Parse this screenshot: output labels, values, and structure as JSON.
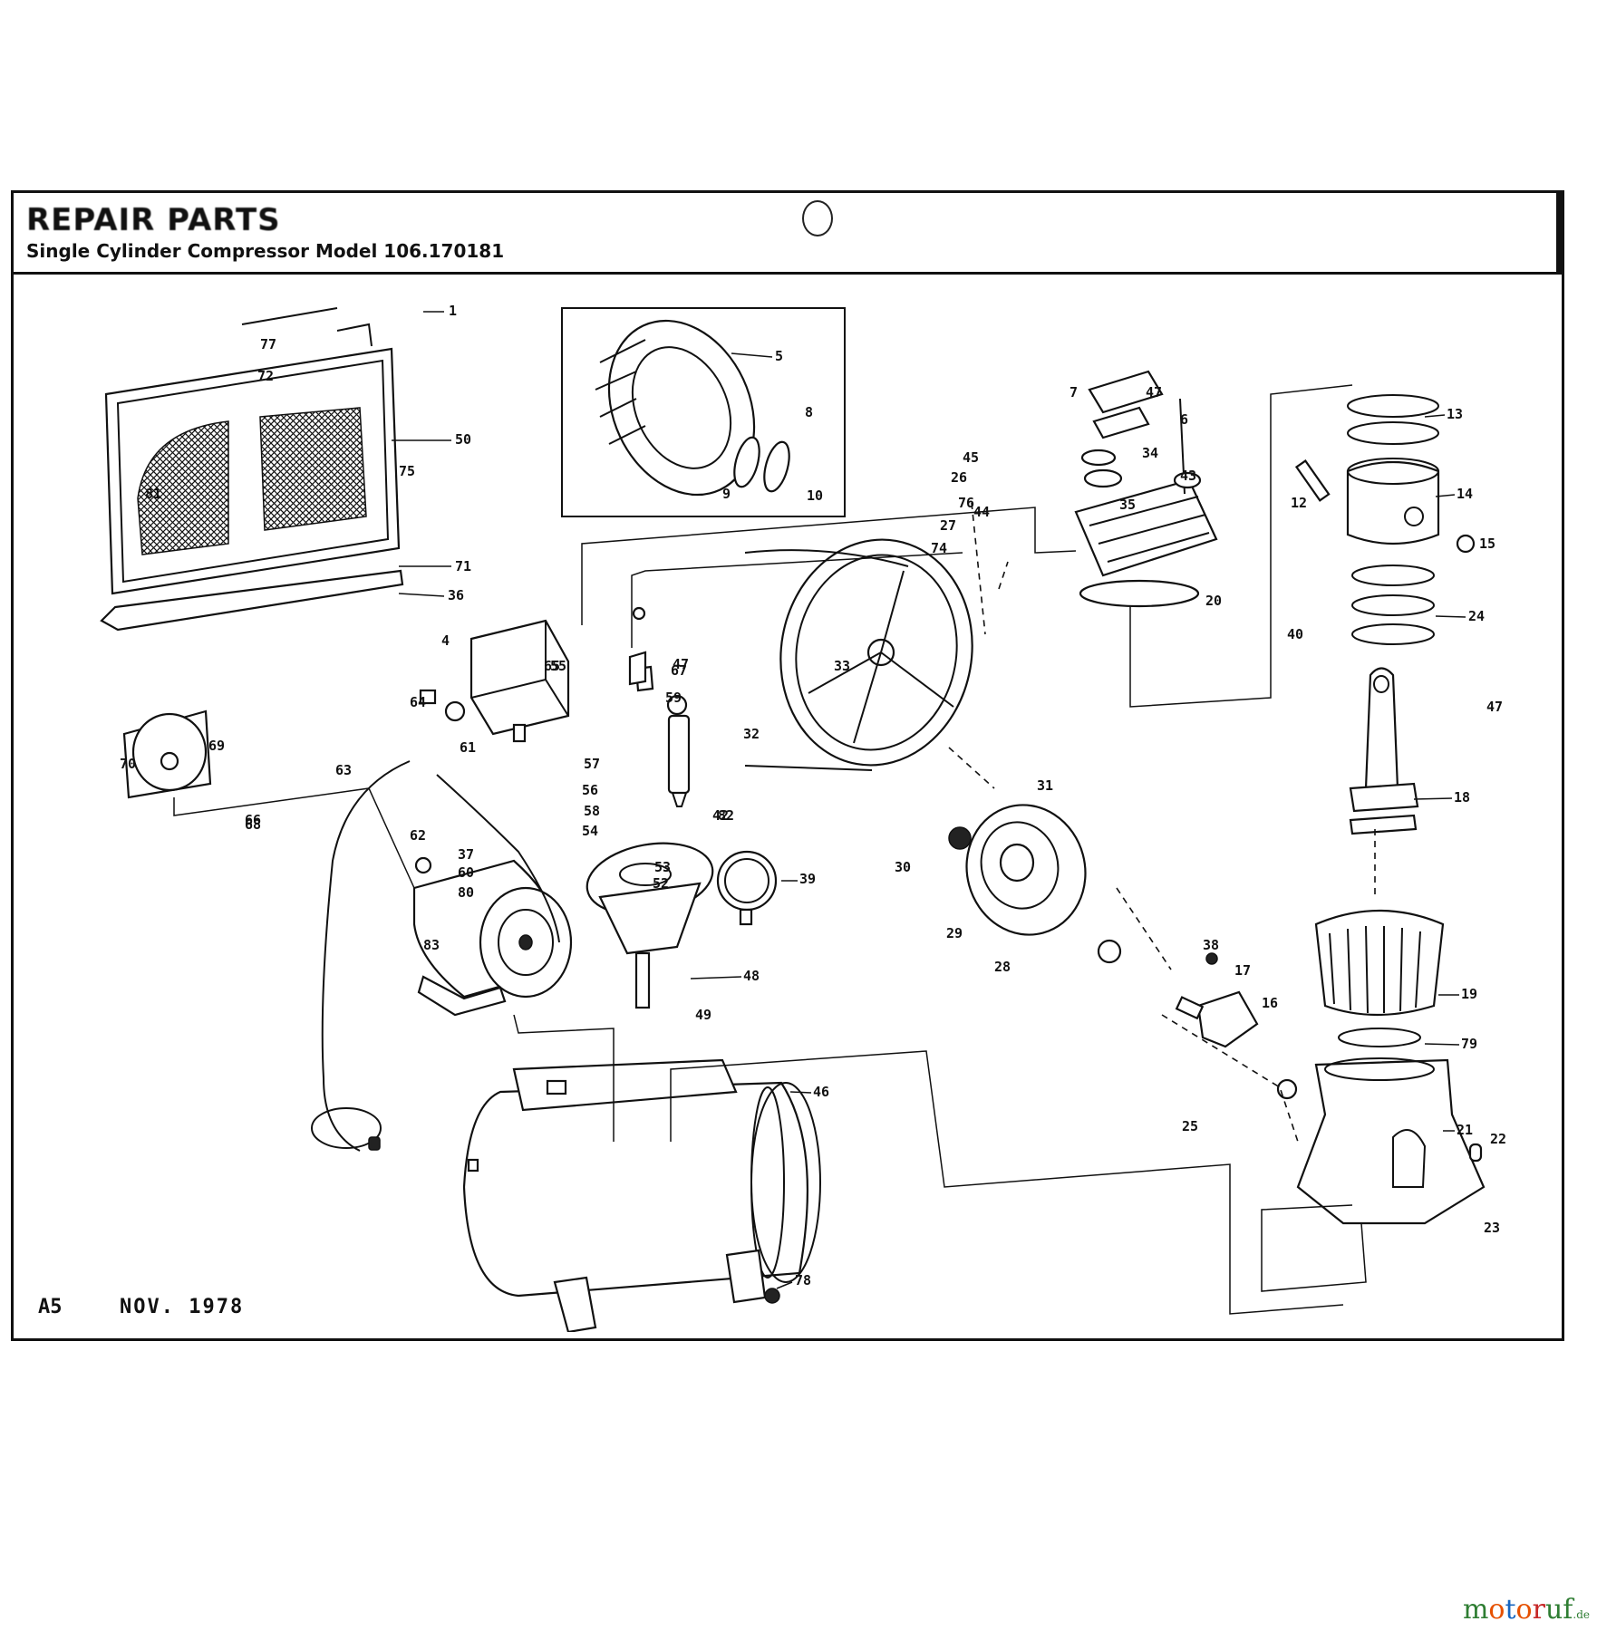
{
  "header": {
    "title": "REPAIR PARTS",
    "subtitle": "Single Cylinder Compressor Model 106.170181"
  },
  "footer": {
    "code": "A5",
    "date": "NOV. 1978"
  },
  "watermark": {
    "m": "m",
    "o1": "o",
    "t": "t",
    "o2": "o",
    "r": "r",
    "uf": "uf",
    "de": ".de"
  },
  "callouts": {
    "c1": "1",
    "c4": "4",
    "c5": "5",
    "c6": "6",
    "c7": "7",
    "c8": "8",
    "c9": "9",
    "c10": "10",
    "c12": "12",
    "c13": "13",
    "c14": "14",
    "c15": "15",
    "c16": "16",
    "c17": "17",
    "c18": "18",
    "c19": "19",
    "c20": "20",
    "c21": "21",
    "c22": "22",
    "c23": "23",
    "c24": "24",
    "c25": "25",
    "c26": "26",
    "c27": "27",
    "c28": "28",
    "c29": "29",
    "c30": "30",
    "c31": "31",
    "c32": "32",
    "c33": "33",
    "c34": "34",
    "c35": "35",
    "c36": "36",
    "c37": "37",
    "c38": "38",
    "c39": "39",
    "c40": "40",
    "c42": "42",
    "c43": "43",
    "c44": "44",
    "c45": "45",
    "c46": "46",
    "c47": "47",
    "c47b": "47",
    "c47c": "47",
    "c48": "48",
    "c49": "49",
    "c50": "50",
    "c52": "52",
    "c53": "53",
    "c54": "54",
    "c55": "55",
    "c56": "56",
    "c57": "57",
    "c58": "58",
    "c59": "59",
    "c60": "60",
    "c61": "61",
    "c62": "62",
    "c63": "63",
    "c64": "64",
    "c65": "65",
    "c66": "66",
    "c67": "67",
    "c68": "68",
    "c69": "69",
    "c70": "70",
    "c71": "71",
    "c72": "72",
    "c74": "74",
    "c75": "75",
    "c76": "76",
    "c77": "77",
    "c78": "78",
    "c79": "79",
    "c80": "80",
    "c81": "81",
    "c82": "82",
    "c83": "83"
  }
}
